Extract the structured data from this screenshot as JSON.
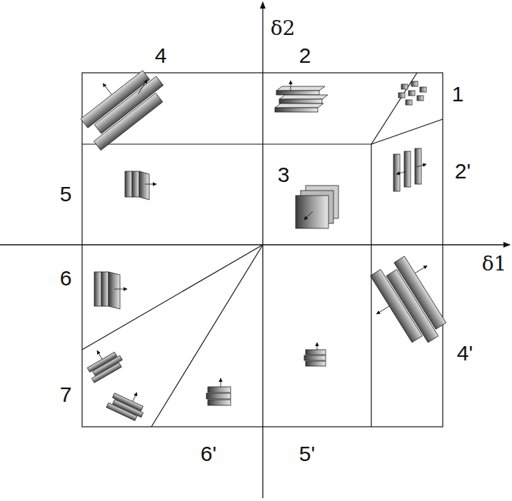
{
  "diagram": {
    "labels": [
      "δ2",
      "4",
      "2",
      "1",
      "5",
      "3",
      "2'",
      "δ1",
      "6",
      "4'",
      "7",
      "6'",
      "5'"
    ]
  }
}
